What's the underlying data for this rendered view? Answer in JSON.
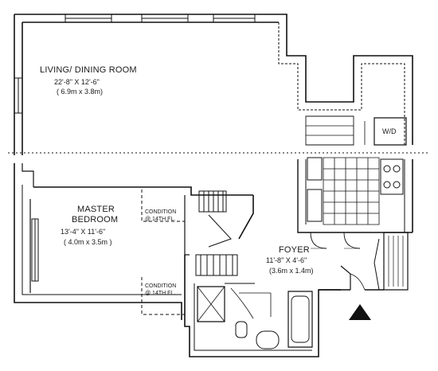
{
  "plan": {
    "colors": {
      "wall": "#111111",
      "background": "#ffffff"
    },
    "rooms": [
      {
        "id": "living",
        "name": "LIVING/ DINING ROOM",
        "dim_ft": "22'-8\" X 12'-6\"",
        "dim_m": "( 6.9m x 3.8m)"
      },
      {
        "id": "bedroom",
        "name_line1": "MASTER",
        "name_line2": "BEDROOM",
        "dim_ft": "13'-4\" X 11'-6\"",
        "dim_m": "( 4.0m x 3.5m )"
      },
      {
        "id": "foyer",
        "name": "FOYER",
        "dim_ft": "11'-8\" X 4'-6\"",
        "dim_m": "(3.6m x 1.4m)"
      }
    ],
    "conditions": [
      {
        "line1": "CONDITION",
        "line2": "@ 14TH FL."
      },
      {
        "line1": "CONDITION",
        "line2": "@ 14TH FL."
      }
    ],
    "washer_dryer": "W/D",
    "entry_marker_icon": "triangle-icon"
  }
}
